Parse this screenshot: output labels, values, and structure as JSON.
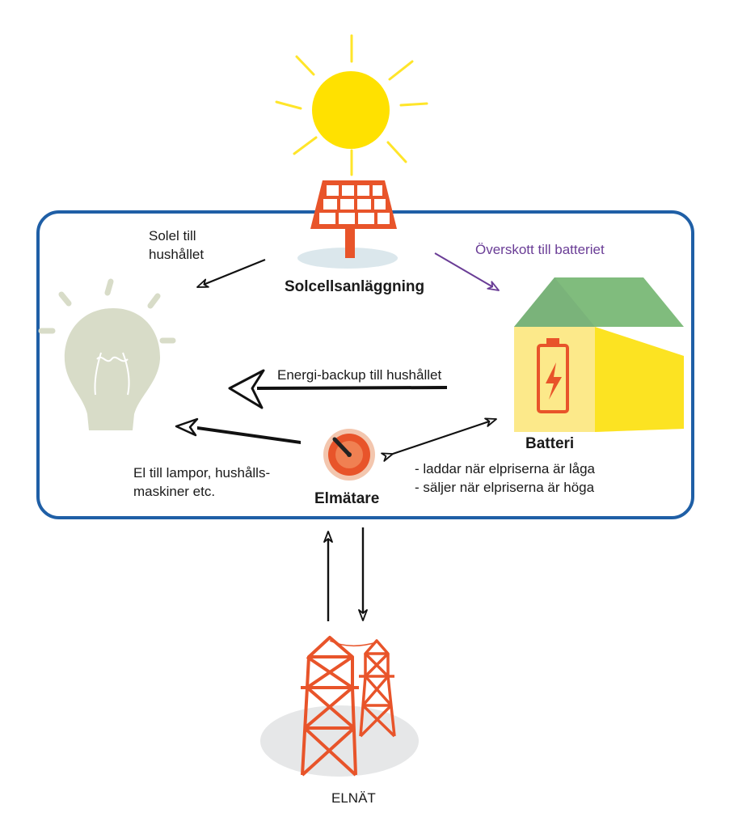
{
  "nodes": {
    "solar_plant": "Solcellsanläggning",
    "battery": "Batteri",
    "meter": "Elmätare",
    "grid": "ELNÄT"
  },
  "labels": {
    "solar_to_household_line1": "Solel till",
    "solar_to_household_line2": "hushållet",
    "surplus_to_battery": "Överskott till batteriet",
    "backup_to_household": "Energi-backup till hushållet",
    "battery_note_1": "- laddar när elpriserna är låga",
    "battery_note_2": "- säljer när elpriserna är höga",
    "meter_to_household_line1": "El till lampor, hushålls-",
    "meter_to_household_line2": "maskiner etc."
  },
  "colors": {
    "boundary": "#1f5fa6",
    "accent_orange": "#e8542a",
    "sun_yellow": "#ffe100",
    "roof_green": "#80bc7d",
    "house_yellow": "#ffe624",
    "bulb_grey": "#d8dcc8",
    "surplus_purple": "#6a3d96"
  },
  "icons": [
    "sun-icon",
    "solar-panel-icon",
    "light-bulb-icon",
    "battery-house-icon",
    "battery-icon",
    "meter-icon",
    "power-pylon-icon"
  ]
}
